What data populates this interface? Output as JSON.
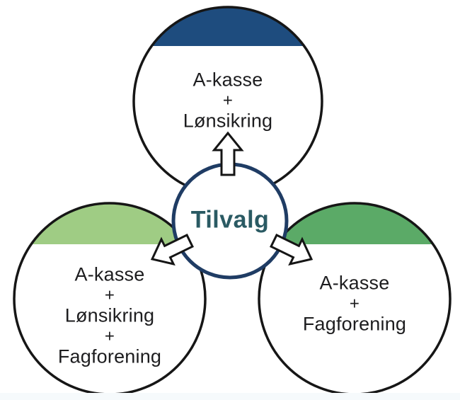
{
  "page": {
    "background_color": "#ffffff",
    "footer_strip_color": "#f6fafc"
  },
  "diagram": {
    "center": {
      "label": "Tilvalg",
      "label_color": "#2a5a63",
      "ring_color": "#1f3c64"
    },
    "outline_color": "#161616",
    "text_color": "#1d1d1f",
    "arrow": {
      "fill": "#ffffff",
      "stroke": "#151515"
    },
    "nodes": {
      "top": {
        "cap_color": "#1e4c7e",
        "lines": [
          "A-kasse",
          "+",
          "Lønsikring"
        ]
      },
      "left": {
        "cap_color": "#9fcc84",
        "lines": [
          "A-kasse",
          "+",
          "Lønsikring",
          "+",
          "Fagforening"
        ]
      },
      "right": {
        "cap_color": "#5baa67",
        "lines": [
          "A-kasse",
          "+",
          "Fagforening"
        ]
      }
    }
  }
}
